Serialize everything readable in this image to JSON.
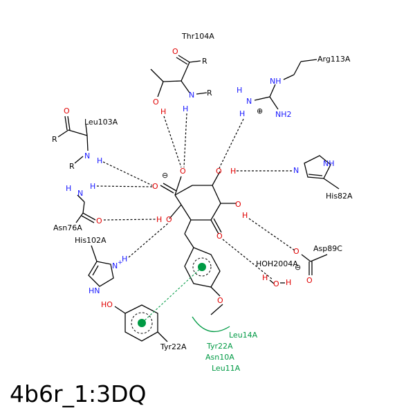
{
  "caption": "4b6r_1:3DQ",
  "residues": {
    "thr104": "Thr104A",
    "arg113": "Arg113A",
    "leu103": "Leu103A",
    "his82": "His82A",
    "asn76": "Asn76A",
    "asp89": "Asp89C",
    "his102": "His102A",
    "hoh2004": "HOH2004A",
    "tyr22": "Tyr22A"
  },
  "hydrophobic": [
    "Leu14A",
    "Tyr22A",
    "Asn10A",
    "Leu11A"
  ],
  "atoms": {
    "O": "O",
    "N": "N",
    "H": "H",
    "R": "R",
    "HO": "HO",
    "NH": "NH",
    "HN": "HN",
    "NH2": "NH2",
    "charge_minus": "⊖",
    "charge_plus": "⊕",
    "plus": "+"
  },
  "colors": {
    "oxygen": "#e00000",
    "nitrogen": "#1a1aff",
    "contact": "#009a44",
    "bond": "#000000"
  }
}
